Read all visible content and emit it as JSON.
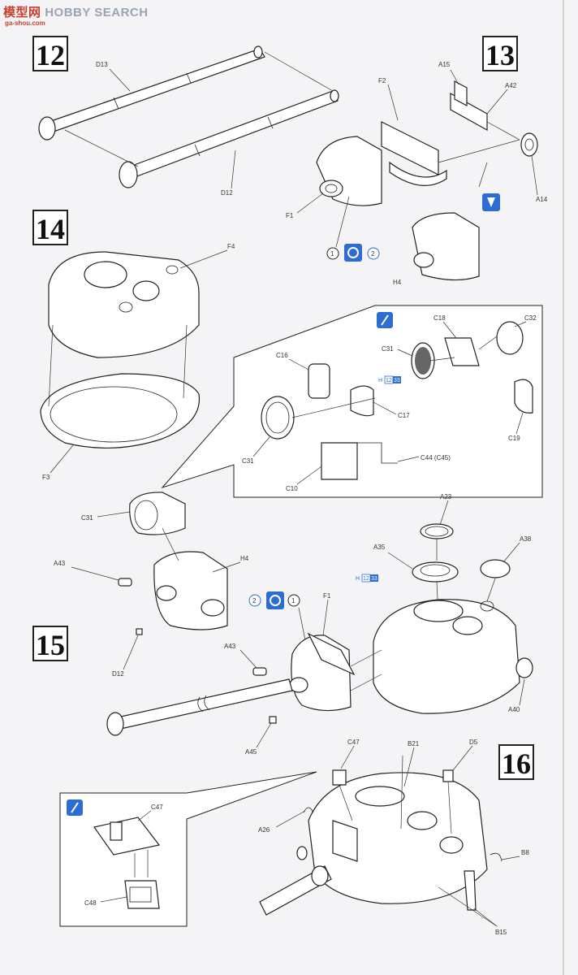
{
  "watermark": {
    "site": "模型网",
    "label": "HOBBY SEARCH",
    "sub": "ga-shou.com"
  },
  "steps": [
    "12",
    "13",
    "14",
    "15",
    "16"
  ],
  "labels": {
    "d13": "D13",
    "d12": "D12",
    "f2": "F2",
    "a15": "A15",
    "a42": "A42",
    "f1": "F1",
    "a14": "A14",
    "h4_13": "H4",
    "seq13_a": "1",
    "seq13_b": "2",
    "f4": "F4",
    "f3": "F3",
    "c16": "C16",
    "c17": "C17",
    "c31_top": "C31",
    "c18": "C18",
    "c32": "C32",
    "c19": "C19",
    "c31_left": "C31",
    "c10": "C10",
    "c44": "C44 (C45)",
    "c31_sub": "C31",
    "a43_a": "A43",
    "h4_15": "H4",
    "d12_15": "D12",
    "seq15_a": "2",
    "seq15_b": "1",
    "a23": "A23",
    "a35": "A35",
    "a38": "A38",
    "f1_15": "F1",
    "a43_b": "A43",
    "a40": "A40",
    "a45": "A45",
    "c47_top": "C47",
    "b21": "B21",
    "d5": "D5",
    "a26": "A26",
    "b8": "B8",
    "b15": "B15",
    "c47_inset": "C47",
    "c48": "C48"
  },
  "paint_refs": [
    {
      "prefix": "H",
      "codes": [
        "12",
        "33"
      ]
    },
    {
      "prefix": "H",
      "codes": [
        "12",
        "33"
      ]
    }
  ],
  "colors": {
    "accent_blue": "#2d6cd2",
    "ink": "#222222",
    "paper": "#f4f4f6"
  }
}
